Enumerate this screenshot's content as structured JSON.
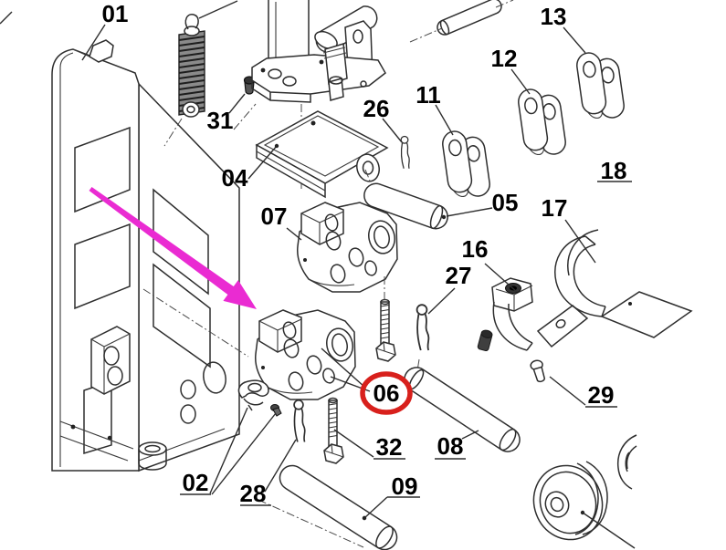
{
  "diagram": {
    "title": "exploded-parts-diagram",
    "background": "#ffffff",
    "line_color": "#2e2e2e",
    "label_color": "#000000",
    "highlight_circle_color": "#d8201c",
    "arrow_color": "#ea2bd2",
    "highlighted_label": "06"
  },
  "labels": [
    "01",
    "31",
    "04",
    "26",
    "11",
    "12",
    "13",
    "18",
    "05",
    "07",
    "17",
    "16",
    "27",
    "06",
    "32",
    "08",
    "09",
    "02",
    "28",
    "29"
  ],
  "parts": [
    {
      "label": "01",
      "name": "support-frame"
    },
    {
      "label": "02",
      "name": "clamp-clip"
    },
    {
      "label": "04",
      "name": "mounting-plate"
    },
    {
      "label": "05",
      "name": "clevis-pin-short"
    },
    {
      "label": "06",
      "name": "clamp-block-lower-highlighted"
    },
    {
      "label": "07",
      "name": "clamp-block-upper"
    },
    {
      "label": "08",
      "name": "pivot-pin"
    },
    {
      "label": "09",
      "name": "pivot-pin-long"
    },
    {
      "label": "11",
      "name": "u-bracket-small"
    },
    {
      "label": "12",
      "name": "u-bracket-medium"
    },
    {
      "label": "13",
      "name": "u-bracket-large"
    },
    {
      "label": "16",
      "name": "curved-saddle-small"
    },
    {
      "label": "17",
      "name": "curved-saddle-large"
    },
    {
      "label": "18",
      "name": "part-at-right-edge"
    },
    {
      "label": "26",
      "name": "cotter-pin"
    },
    {
      "label": "27",
      "name": "cotter-pin"
    },
    {
      "label": "28",
      "name": "cotter-pin"
    },
    {
      "label": "29",
      "name": "stud-screw"
    },
    {
      "label": "31",
      "name": "small-screw"
    },
    {
      "label": "32",
      "name": "hex-bolt"
    },
    {
      "label": "",
      "name": "tension-spring"
    },
    {
      "label": "",
      "name": "hydraulic-jack-assembly"
    },
    {
      "label": "",
      "name": "pulley-wheel"
    }
  ]
}
